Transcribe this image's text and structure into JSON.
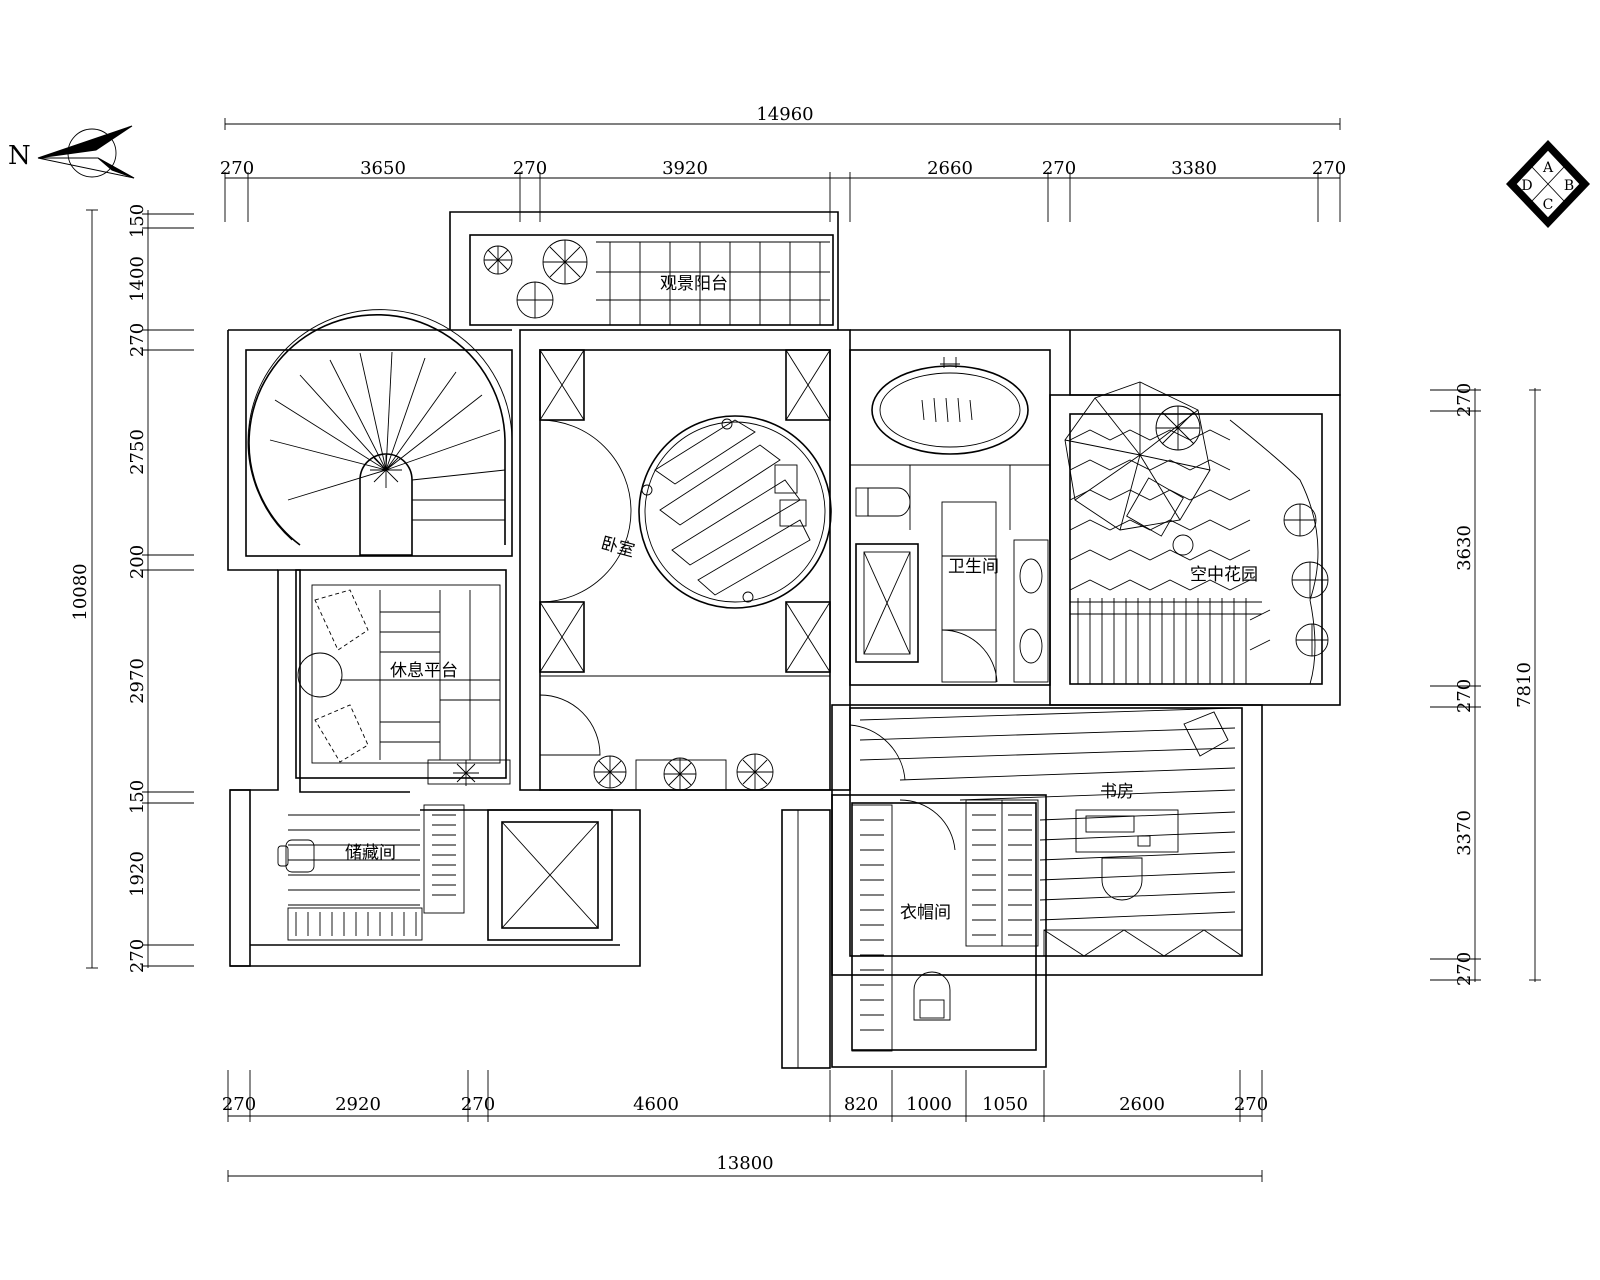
{
  "dimensions": {
    "top_total": "14960",
    "top_segments": [
      "270",
      "3650",
      "270",
      "3920",
      "2660",
      "270",
      "3380",
      "270"
    ],
    "bottom_total": "13800",
    "bottom_segments": [
      "270",
      "2920",
      "270",
      "4600",
      "820",
      "1000",
      "1050",
      "2600",
      "270"
    ],
    "left_total": "10080",
    "left_segments": [
      "150",
      "1400",
      "270",
      "2750",
      "200",
      "2970",
      "150",
      "1920",
      "270"
    ],
    "right_total": "7810",
    "right_segments": [
      "270",
      "3630",
      "270",
      "3370",
      "270"
    ]
  },
  "rooms": {
    "balcony": "观景阳台",
    "bedroom": "卧室",
    "lounge": "休息平台",
    "bathroom": "卫生间",
    "garden": "空中花园",
    "study": "书房",
    "storage": "储藏间",
    "closet": "衣帽间"
  },
  "compass": {
    "north": "N",
    "key_a": "A",
    "key_b": "B",
    "key_c": "C",
    "key_d": "D"
  }
}
